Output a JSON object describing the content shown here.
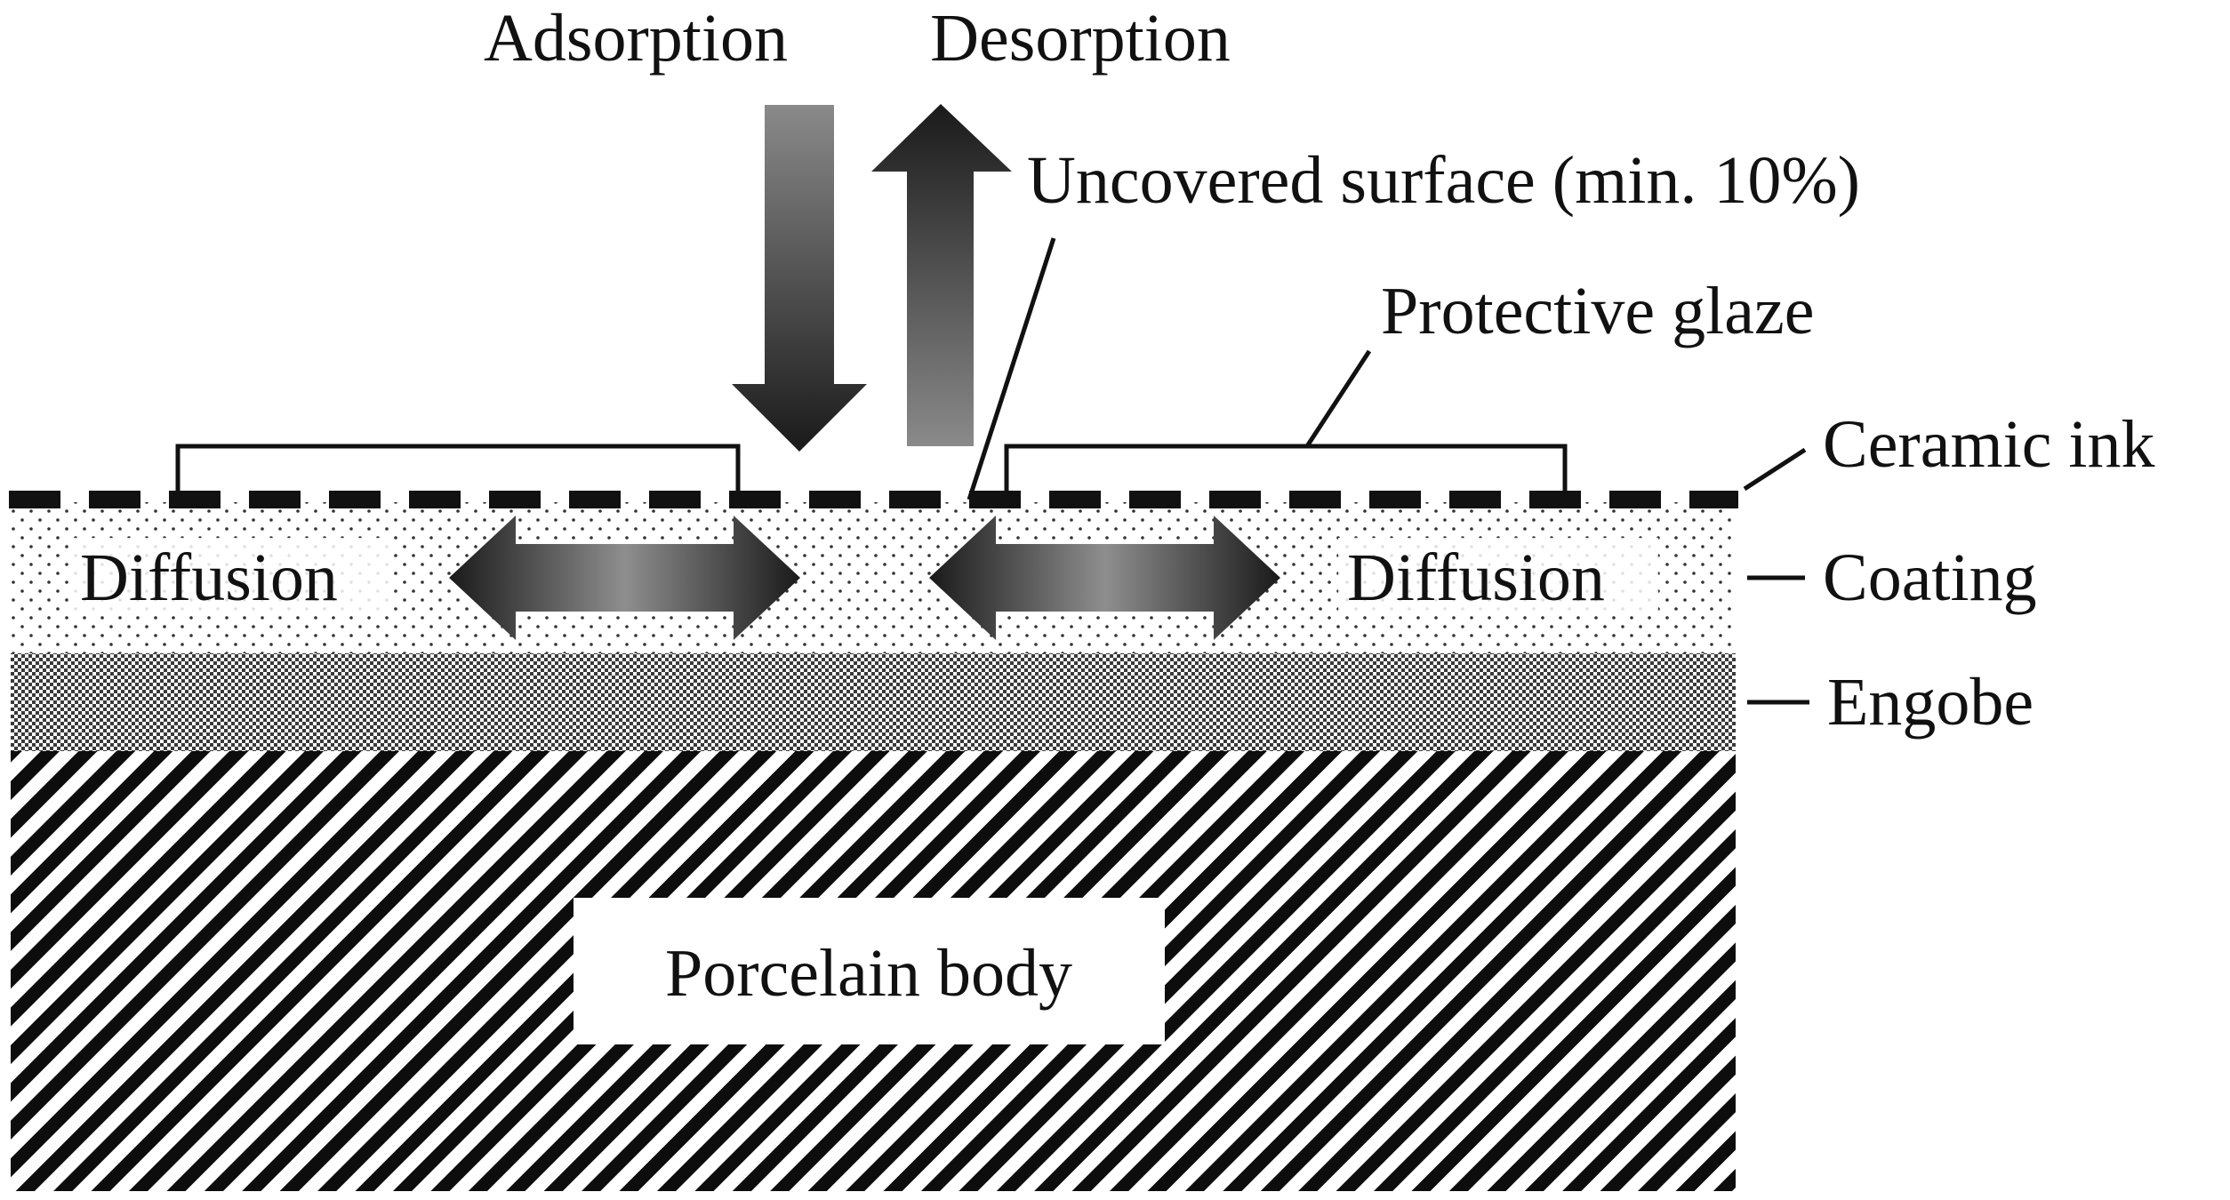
{
  "labels": {
    "adsorption": "Adsorption",
    "desorption": "Desorption",
    "uncovered_surface": "Uncovered surface (min. 10%)",
    "protective_glaze": "Protective glaze",
    "ceramic_ink": "Ceramic ink",
    "coating": "Coating",
    "engobe": "Engobe",
    "diffusion_left": "Diffusion",
    "diffusion_right": "Diffusion",
    "porcelain_body": "Porcelain body"
  },
  "colors": {
    "ink": "#111111",
    "arrow_dark": "#1a1a1a",
    "arrow_light": "#8a8a8a",
    "background": "#ffffff"
  }
}
